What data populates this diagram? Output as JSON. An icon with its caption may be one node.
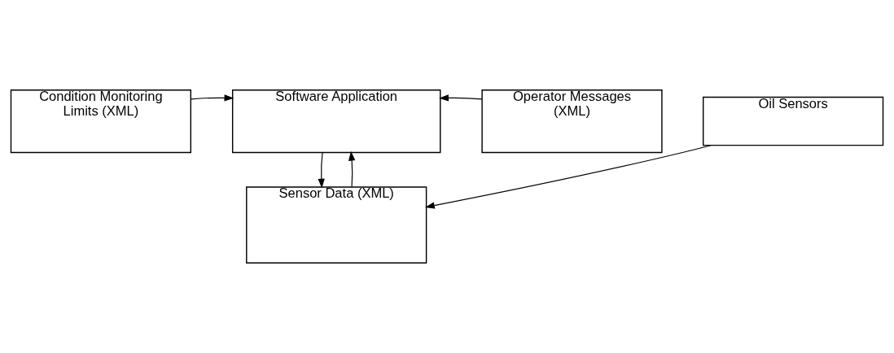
{
  "diagram": {
    "nodes": [
      {
        "text": [
          "Condition Monitoring Limits (XML)"
        ]
      },
      {
        "text": [
          "Software Application"
        ]
      },
      {
        "text": [
          "Operator Messages (XML)"
        ]
      },
      {
        "text": [
          "Sensor Data (XML)"
        ]
      },
      {
        "text": [
          "Oil Sensors"
        ]
      }
    ],
    "edges": [
      {
        "from": 0,
        "to": 1,
        "arrow": "to"
      },
      {
        "from": 2,
        "to": 1,
        "arrow": "to"
      },
      {
        "from": 1,
        "to": 3,
        "arrow": "to"
      },
      {
        "from": 3,
        "to": 1,
        "arrow": "to"
      },
      {
        "from": 4,
        "to": 3,
        "arrow": "to"
      }
    ]
  }
}
